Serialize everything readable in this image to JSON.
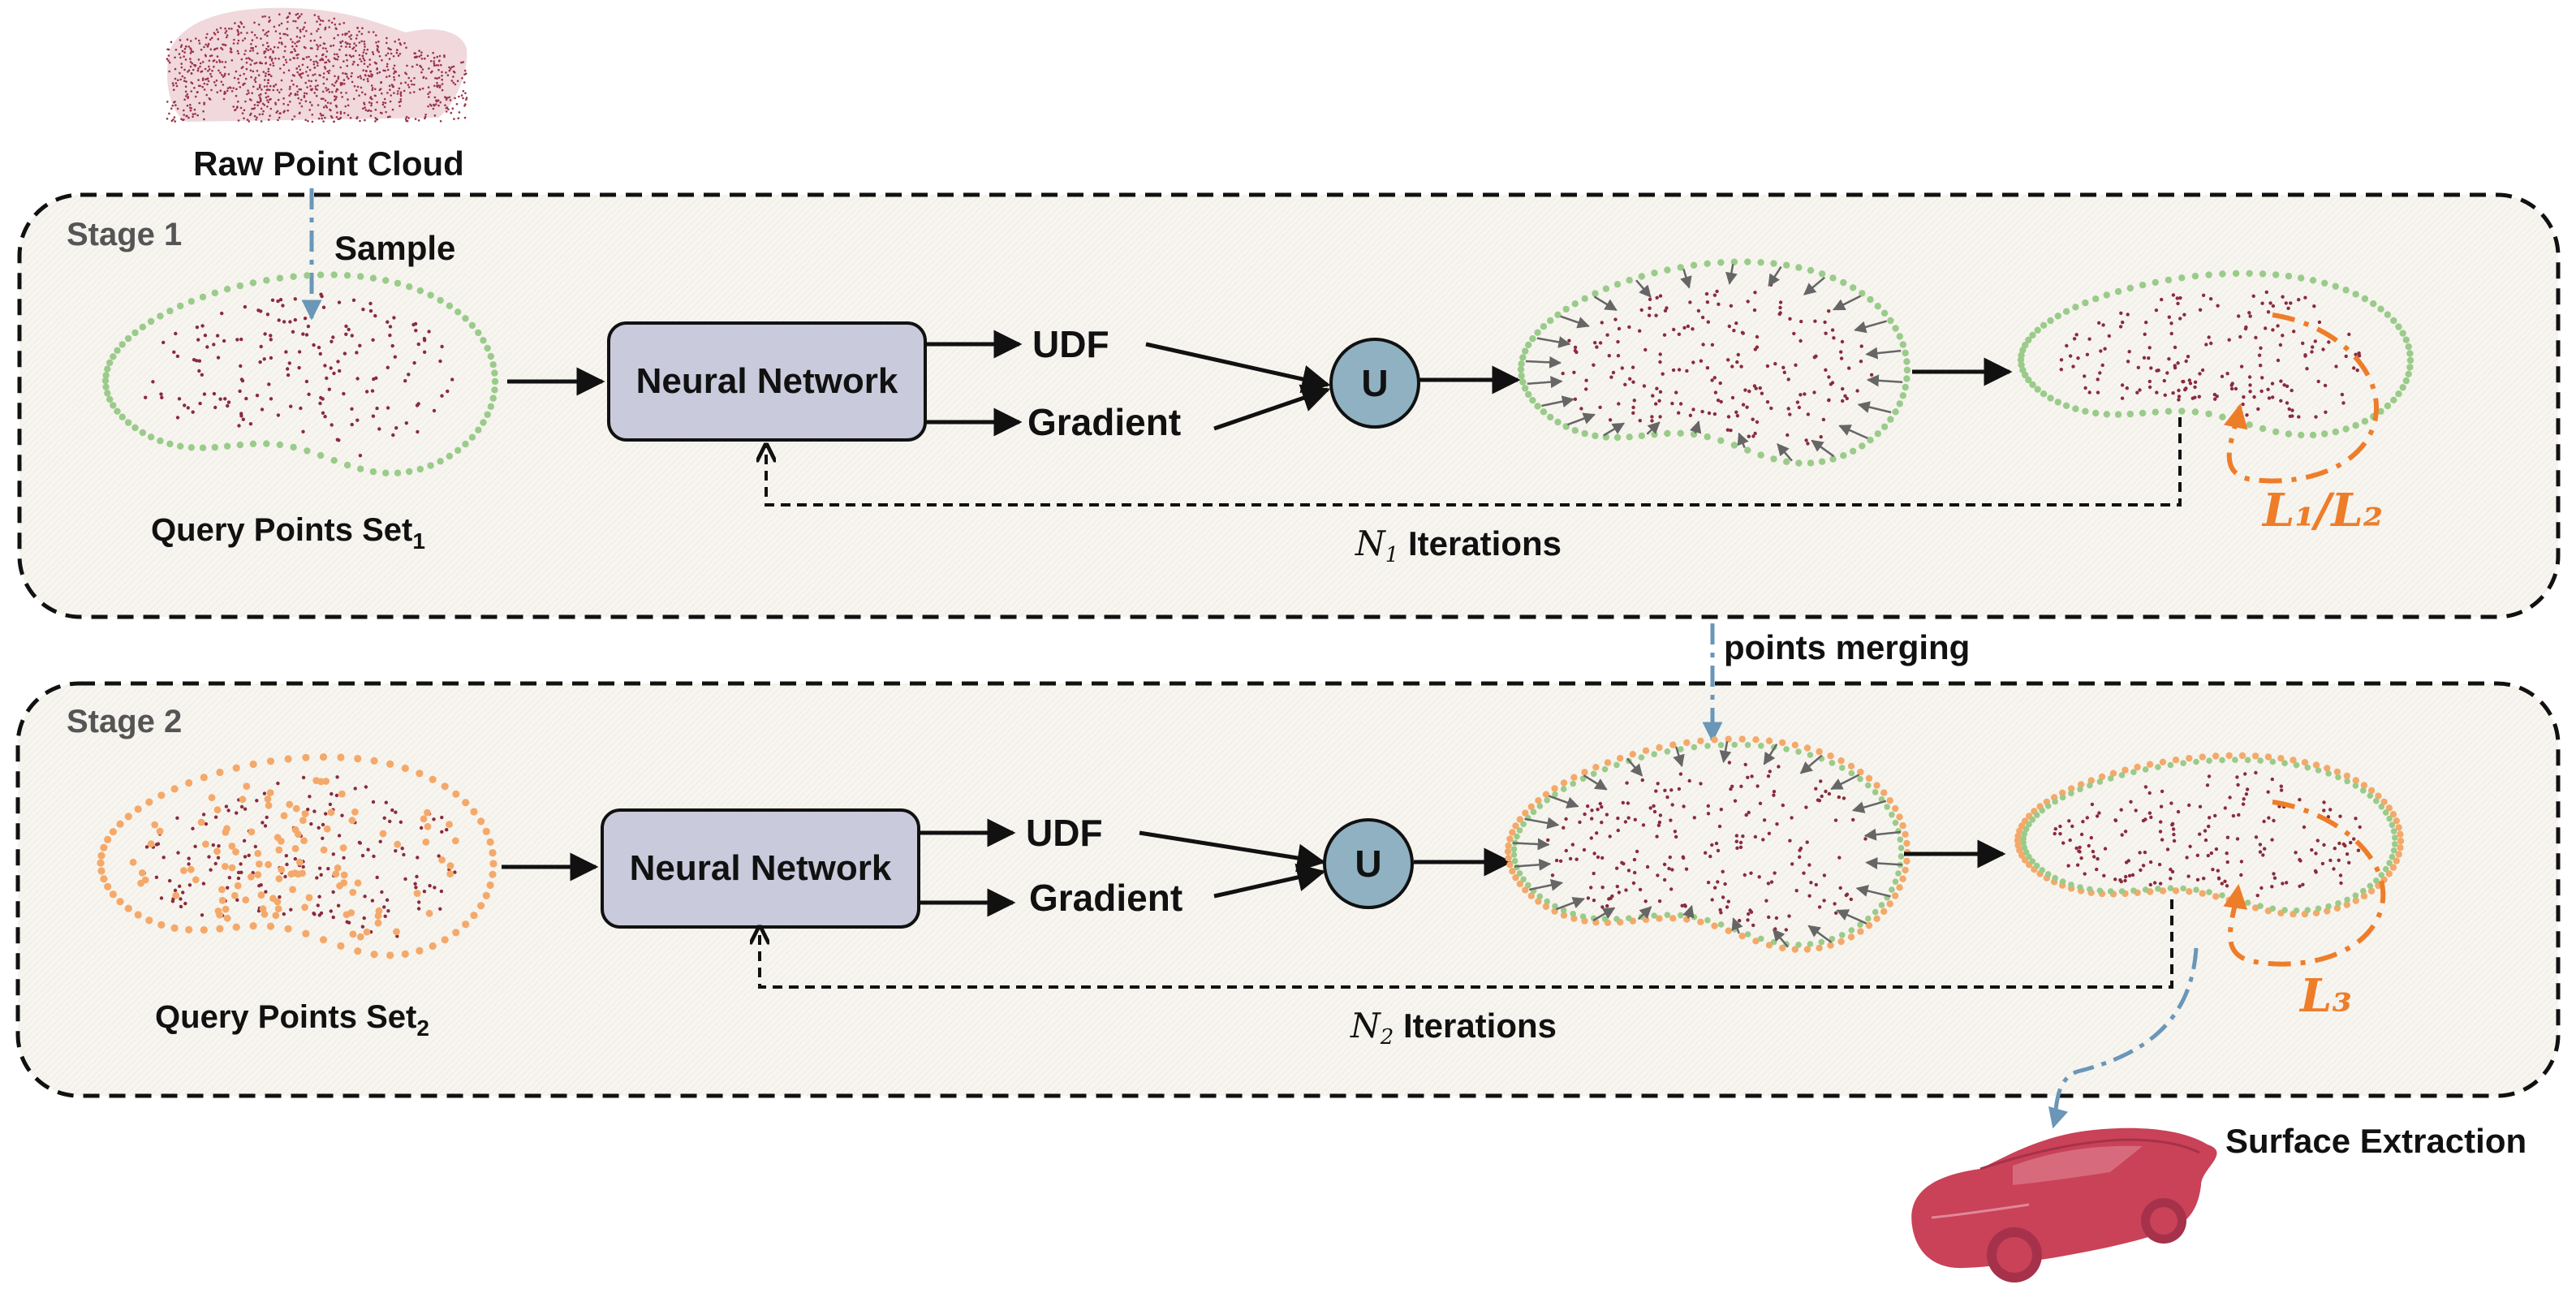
{
  "labels": {
    "raw_point_cloud": "Raw Point Cloud",
    "sample": "Sample",
    "stage1": "Stage 1",
    "stage2": "Stage 2",
    "query_set_1": "Query Points Set",
    "query_set_1_sub": "1",
    "query_set_2": "Query Points Set",
    "query_set_2_sub": "2",
    "neural_network_1": "Neural Network",
    "neural_network_2": "Neural Network",
    "udf_1": "UDF",
    "udf_2": "UDF",
    "gradient_1": "Gradient",
    "gradient_2": "Gradient",
    "update_1": "U",
    "update_2": "U",
    "n1_symbol": "N",
    "n1_sub": "1",
    "n1_text": " Iterations",
    "n2_symbol": "N",
    "n2_sub": "2",
    "n2_text": " Iterations",
    "loss_12": "L₁/L₂",
    "loss_3": "L₃",
    "points_merging": "points merging",
    "surface_extraction": "Surface Extraction"
  },
  "colors": {
    "stage_bg": "#f7f5f0",
    "nn_fill": "#c9cadb",
    "u_fill": "#8fb1c2",
    "green_points": "#9acb8a",
    "orange_points": "#f4a96a",
    "inner_points": "#8a2b3d",
    "orange_accent": "#ee7d2a",
    "blue_dashdot": "#6a96b8",
    "car_red": "#c94258",
    "raw_cloud": "#9a3347",
    "gray_arrow": "#666666"
  }
}
